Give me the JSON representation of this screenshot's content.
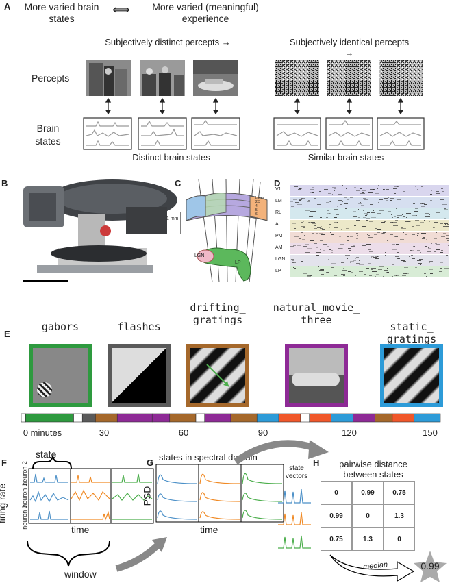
{
  "panel_a": {
    "label": "A",
    "left_title": "More varied brain states",
    "arrow": "⟺",
    "right_title": "More varied (meaningful) experience",
    "distinct_header": "Subjectively distinct percepts →",
    "identical_header": "Subjectively identical percepts →",
    "percepts_label": "Percepts",
    "brain_states_label": "Brain states",
    "distinct_caption": "Distinct brain states",
    "similar_caption": "Similar brain states"
  },
  "panel_b": {
    "label": "B"
  },
  "panel_c": {
    "label": "C",
    "scale": "1 mm",
    "lgn": "LGN",
    "lp": "LP",
    "layer": "Layer",
    "layer_ticks": [
      "2/3",
      "4",
      "5",
      "6"
    ]
  },
  "panel_d": {
    "label": "D",
    "areas": [
      "V1",
      "LM",
      "RL",
      "AL",
      "PM",
      "AM",
      "LGN",
      "LP"
    ],
    "colors": [
      "#d9d6ee",
      "#d6dff0",
      "#d4e8ee",
      "#ece8c9",
      "#f1dcd5",
      "#ecdde9",
      "#e3e3ec",
      "#d8ecd6"
    ]
  },
  "panel_e": {
    "label": "E",
    "stimuli": [
      {
        "name": "gabors",
        "color": "#2e9a3f"
      },
      {
        "name": "flashes",
        "color": "#5a5a5a"
      },
      {
        "name": "drifting_ gratings",
        "color": "#a5682b"
      },
      {
        "name": "natural_movie_ three",
        "color": "#8e2a96"
      },
      {
        "name": "static_ gratings",
        "color": "#2d9bd8"
      }
    ],
    "timeline_segments": [
      {
        "color": "#ffffff",
        "span": 1
      },
      {
        "color": "#2e9a3f",
        "span": 11
      },
      {
        "color": "#ffffff",
        "span": 2
      },
      {
        "color": "#5a5a5a",
        "span": 3
      },
      {
        "color": "#a5682b",
        "span": 5
      },
      {
        "color": "#8e2a96",
        "span": 8
      },
      {
        "color": "#8e2a96",
        "span": 4
      },
      {
        "color": "#a5682b",
        "span": 6
      },
      {
        "color": "#ffffff",
        "span": 2
      },
      {
        "color": "#8e2a96",
        "span": 6
      },
      {
        "color": "#a5682b",
        "span": 6
      },
      {
        "color": "#2d9bd8",
        "span": 5
      },
      {
        "color": "#f0572a",
        "span": 5
      },
      {
        "color": "#ffffff",
        "span": 2
      },
      {
        "color": "#f0572a",
        "span": 5
      },
      {
        "color": "#2d9bd8",
        "span": 5
      },
      {
        "color": "#8e2a96",
        "span": 5
      },
      {
        "color": "#a5682b",
        "span": 4
      },
      {
        "color": "#f0572a",
        "span": 5
      },
      {
        "color": "#2d9bd8",
        "span": 6
      }
    ],
    "ticks": [
      "0 minutes",
      "30",
      "60",
      "90",
      "120",
      "150"
    ]
  },
  "panel_f": {
    "label": "F",
    "state": "state",
    "ylabel": "firing rate",
    "neurons": [
      "neuron 2",
      "neuron 1",
      "neuron 0"
    ],
    "xlabel": "time",
    "window": "window"
  },
  "panel_g": {
    "label": "G",
    "title": "states in spectral domain",
    "ylabel": "PSD",
    "xlabel": "time"
  },
  "panel_h": {
    "label": "H",
    "title": "pairwise distance between states",
    "vectors_label": "state vectors",
    "matrix": [
      [
        "0",
        "0.99",
        "0.75"
      ],
      [
        "0.99",
        "0",
        "1.3"
      ],
      [
        "0.75",
        "1.3",
        "0"
      ]
    ],
    "median_label": "median",
    "result": "0.99"
  },
  "series_colors": {
    "blue": "#4a8fc7",
    "orange": "#f08a25",
    "green": "#4cae4c"
  }
}
